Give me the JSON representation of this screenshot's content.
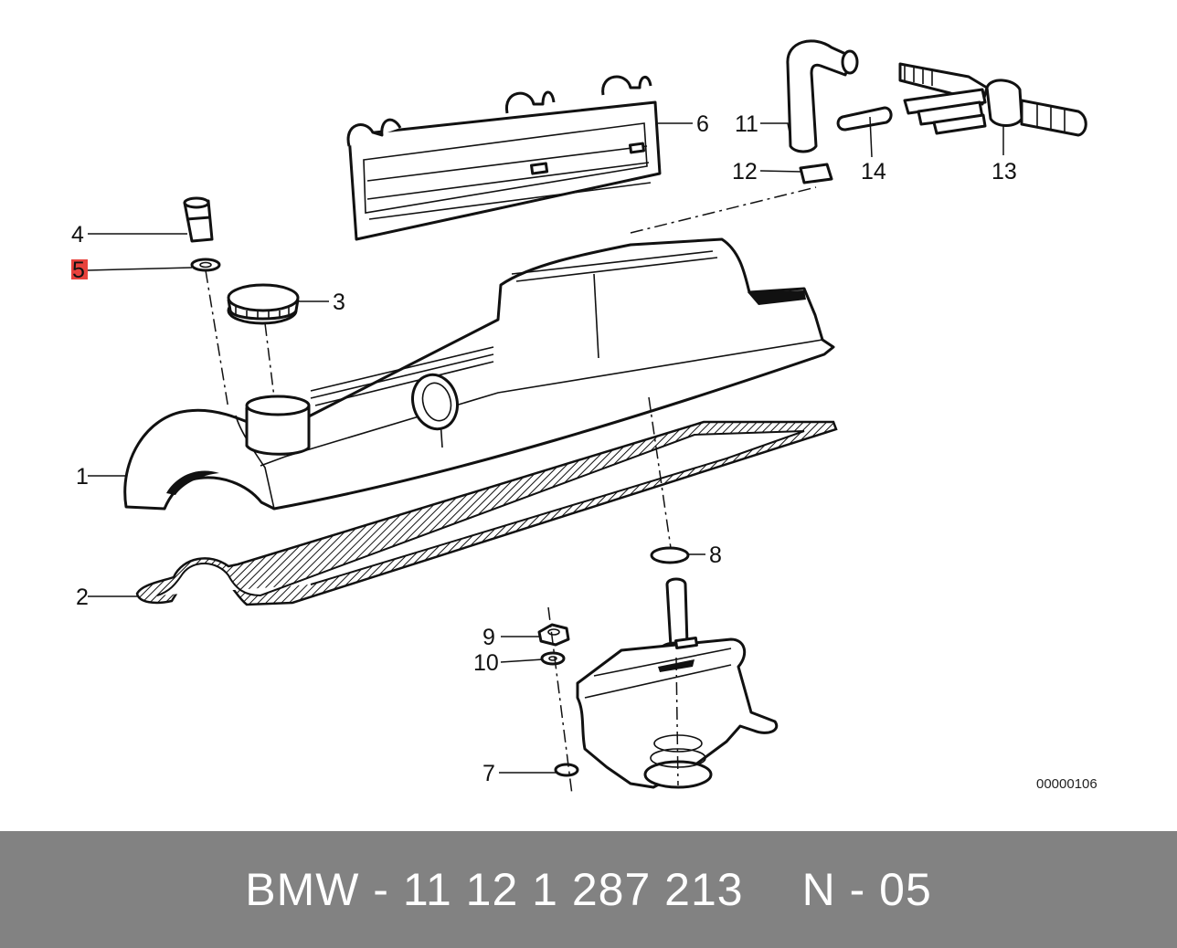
{
  "diagram": {
    "callouts": {
      "c1": "1",
      "c2": "2",
      "c3": "3",
      "c4": "4",
      "c5": "5",
      "c6": "6",
      "c7": "7",
      "c8": "8",
      "c9": "9",
      "c10": "10",
      "c11": "11",
      "c12": "12",
      "c13": "13",
      "c14": "14"
    },
    "highlighted_callout": "5",
    "highlight_color": "#e8423c",
    "drawing_number": "00000106"
  },
  "footer": {
    "part_number": "BMW - 11 12 1 287 213",
    "position_code": "N - 05",
    "background": "#828282"
  }
}
